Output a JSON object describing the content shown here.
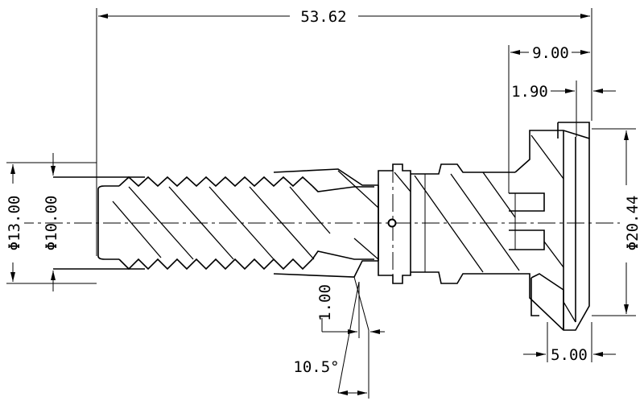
{
  "drawing": {
    "dimensions": {
      "overall_length": "53.62",
      "flange_width": "9.00",
      "flange_step": "1.90",
      "diameter_major": "Φ13.00",
      "diameter_minor": "Φ10.00",
      "diameter_head": "Φ20.44",
      "tip_offset": "1.00",
      "tip_angle": "10.5°",
      "head_depth": "5.00"
    }
  }
}
